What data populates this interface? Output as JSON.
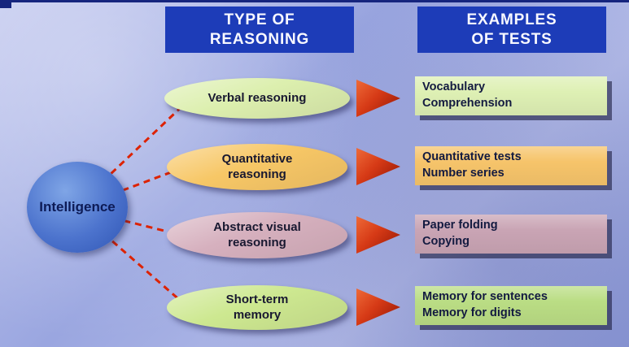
{
  "headers": [
    {
      "label": "TYPE OF\nREASONING"
    },
    {
      "label": "EXAMPLES\nOF TESTS"
    }
  ],
  "root": {
    "label": "Intelligence"
  },
  "rows": [
    {
      "type": "Verbal reasoning",
      "tests": "Vocabulary\nComprehension",
      "ellipse_color": "#dcefae",
      "box_color": "#def0b4"
    },
    {
      "type": "Quantitative\nreasoning",
      "tests": "Quantitative tests\nNumber series",
      "ellipse_color": "#f7c766",
      "box_color": "#f6c46a"
    },
    {
      "type": "Abstract visual\nreasoning",
      "tests": "Paper folding\nCopying",
      "ellipse_color": "#d6b0be",
      "box_color": "#c9a4b4"
    },
    {
      "type": "Short-term\nmemory",
      "tests": "Memory for sentences\nMemory for digits",
      "ellipse_color": "#cde890",
      "box_color": "#badd84"
    }
  ],
  "colors": {
    "header_bg": "#1d3cb8",
    "header_text": "#f8f8ff",
    "connector_line": "#dd2200",
    "arrow": "#d63a16",
    "root_node": "#4c73cd",
    "text": "#131a40",
    "background": "#a7b0e4"
  }
}
